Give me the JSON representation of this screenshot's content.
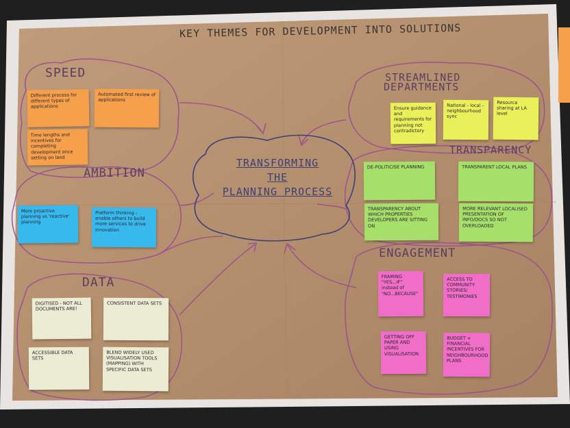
{
  "title": "KEY THEMES FOR DEVELOPMENT INTO SOLUTIONS",
  "center": {
    "line1": "TRANSFORMING",
    "line2": "THE",
    "line3": "PLANNING PROCESS"
  },
  "themes": {
    "speed": {
      "label": "SPEED",
      "notes": [
        "Different process for different types of applications",
        "Automated first review of applications",
        "Time lengths and incentives for completing development once setting on land"
      ]
    },
    "ambition": {
      "label": "AMBITION",
      "notes": [
        "More proactive planning vs 'reactive' planning",
        "Platform thinking - enable others to build more services to drive innovation"
      ]
    },
    "data": {
      "label": "DATA",
      "notes": [
        "DIGITISED - NOT ALL DOCUMENTS ARE!",
        "CONSISTENT DATA SETS",
        "ACCESSIBLE DATA SETS",
        "BLEND WIDELY USED VISUALISATION TOOLS (MAPPING) WITH SPECIFIC DATA SETS"
      ]
    },
    "streamlined": {
      "label_line1": "STREAMLINED",
      "label_line2": "DEPARTMENTS",
      "notes": [
        "Ensure guidance and requirements for planning not contradictory",
        "National - local - neighbourhood sync",
        "Resource sharing at LA level"
      ]
    },
    "transparency": {
      "label": "TRANSPARENCY",
      "notes": [
        "DE-POLITICISE PLANNING",
        "TRANSPARENT LOCAL PLANS",
        "TRANSPARENCY ABOUT WHICH PROPERTIES DEVELOPERS ARE SITTING ON",
        "MORE RELEVANT LOCALISED PRESENTATION OF INFO/DOCS SO NOT OVERLOADED"
      ]
    },
    "engagement": {
      "label": "ENGAGEMENT",
      "notes": [
        "FRAMING \"YES...IF\" instead of \"NO...BECAUSE\"",
        "ACCESS TO COMMUNITY STORIES/ TESTIMONIES",
        "GETTING OFF PAPER AND USING VISUALISATION",
        "BUDGET + FINANCIAL INCENTIVES FOR NEIGHBOURHOOD PLANS"
      ]
    }
  },
  "colors": {
    "paper": "#b48f6e",
    "background": "#1f1f1f",
    "marker_purple": "#9a4a93",
    "marker_blue": "#3c3f78",
    "orange_note": "#f6a04b",
    "blue_note": "#37b9ee",
    "cream_note": "#ecebd3",
    "yellow_note": "#eaf05a",
    "green_note": "#a6e06b",
    "pink_note": "#f06ec8"
  }
}
